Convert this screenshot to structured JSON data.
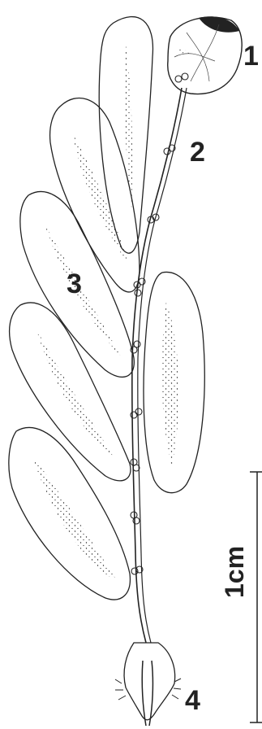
{
  "labels": {
    "one": "1",
    "two": "2",
    "three": "3",
    "four": "4"
  },
  "scale_bar": {
    "text": "1cm"
  },
  "colors": {
    "ink": "#222222",
    "background": "#ffffff"
  }
}
